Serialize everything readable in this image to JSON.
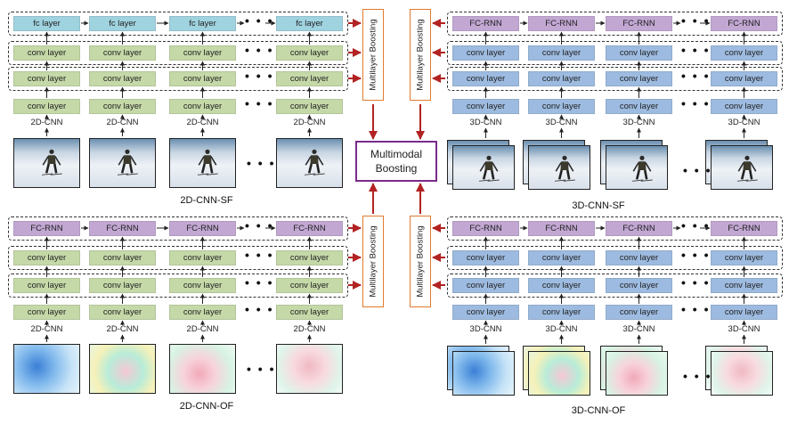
{
  "labels": {
    "fc_layer": "fc layer",
    "conv_layer": "conv layer",
    "fc_rnn": "FC-RNN",
    "cnn_2d": "2D-CNN",
    "cnn_3d": "3D-CNN",
    "ellipsis": "• • •",
    "multilayer_boosting": "Multilayer Boosting",
    "multimodal_line1": "Multimodal",
    "multimodal_line2": "Boosting"
  },
  "captions": {
    "sf2d": "2D-CNN-SF",
    "sf3d": "3D-CNN-SF",
    "of2d": "2D-CNN-OF",
    "of3d": "3D-CNN-OF"
  },
  "colors": {
    "fc_layer": "#9fd3df",
    "conv_2d": "#c5d9a8",
    "conv_3d": "#9dbbe0",
    "fc_rnn": "#c2a7d3",
    "multilayer_border": "#e07a2f",
    "multimodal_border": "#7a2b8a",
    "arrow_red": "#b22222"
  }
}
